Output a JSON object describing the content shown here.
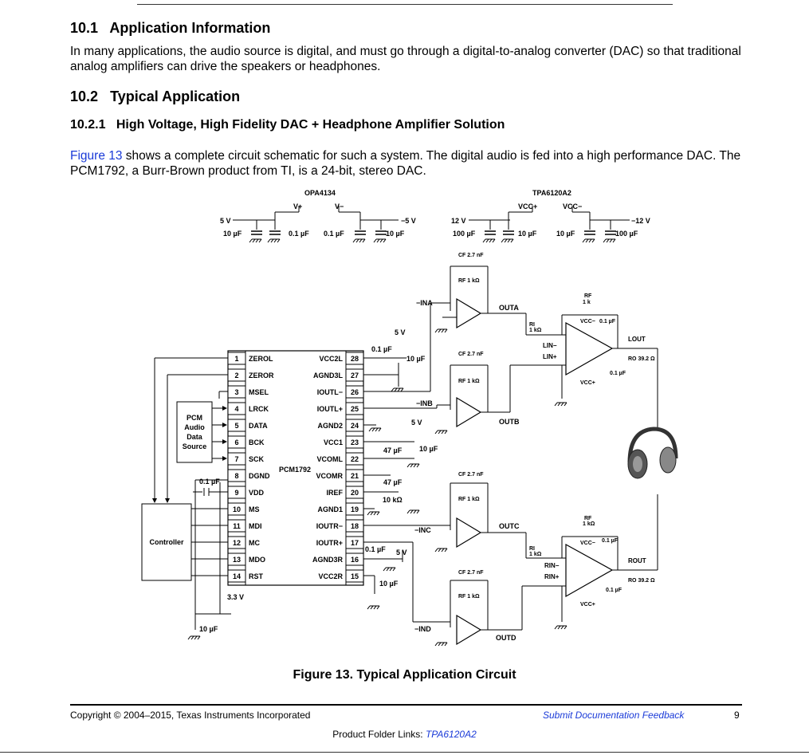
{
  "sections": {
    "s101": {
      "number": "10.1",
      "title": "Application Information",
      "body": "In many applications, the audio source is digital, and must go through a digital-to-analog converter (DAC) so that traditional analog amplifiers can drive the speakers or headphones."
    },
    "s102": {
      "number": "10.2",
      "title": "Typical Application"
    },
    "s1021": {
      "number": "10.2.1",
      "title": "High Voltage, High Fidelity DAC + Headphone Amplifier Solution",
      "link": "Figure 13",
      "body": " shows a complete circuit schematic for such a system. The digital audio is fed into a high performance DAC. The PCM1792, a Burr-Brown product from TI, is a 24-bit, stereo DAC."
    }
  },
  "figure": {
    "caption": "Figure 13. Typical Application Circuit",
    "supply_labels": {
      "opa": "OPA4134",
      "tpa": "TPA6120A2",
      "v5": "5 V",
      "c10uf": "10 µF",
      "c01uf": "0.1 µF",
      "vplus": "V+",
      "vminus": "V−",
      "m5v": "−5 V",
      "v12": "12 V",
      "c100uf": "100 µF",
      "vccp": "VCC+",
      "vccm": "VCC−",
      "m12v": "−12 V"
    },
    "chip_name": "PCM1792",
    "left_pins": [
      {
        "n": "1",
        "name": "ZEROL"
      },
      {
        "n": "2",
        "name": "ZEROR"
      },
      {
        "n": "3",
        "name": "MSEL"
      },
      {
        "n": "4",
        "name": "LRCK"
      },
      {
        "n": "5",
        "name": "DATA"
      },
      {
        "n": "6",
        "name": "BCK"
      },
      {
        "n": "7",
        "name": "SCK"
      },
      {
        "n": "8",
        "name": "DGND"
      },
      {
        "n": "9",
        "name": "VDD"
      },
      {
        "n": "10",
        "name": "MS"
      },
      {
        "n": "11",
        "name": "MDI"
      },
      {
        "n": "12",
        "name": "MC"
      },
      {
        "n": "13",
        "name": "MDO"
      },
      {
        "n": "14",
        "name": "RST"
      }
    ],
    "right_pins": [
      {
        "n": "28",
        "name": "VCC2L"
      },
      {
        "n": "27",
        "name": "AGND3L"
      },
      {
        "n": "26",
        "name": "IOUTL−"
      },
      {
        "n": "25",
        "name": "IOUTL+"
      },
      {
        "n": "24",
        "name": "AGND2"
      },
      {
        "n": "23",
        "name": "VCC1"
      },
      {
        "n": "22",
        "name": "VCOML"
      },
      {
        "n": "21",
        "name": "VCOMR"
      },
      {
        "n": "20",
        "name": "IREF"
      },
      {
        "n": "19",
        "name": "AGND1"
      },
      {
        "n": "18",
        "name": "IOUTR−"
      },
      {
        "n": "17",
        "name": "IOUTR+"
      },
      {
        "n": "16",
        "name": "AGND3R"
      },
      {
        "n": "15",
        "name": "VCC2R"
      }
    ],
    "pcm_source": [
      "PCM",
      "Audio",
      "Data",
      "Source"
    ],
    "controller": "Controller",
    "misc": {
      "v33": "3.3 V",
      "c47uf": "47 µF",
      "r10k": "10 kΩ",
      "cf": "CF 2.7 nF",
      "rf1k": "RF 1 kΩ",
      "ri": "RI",
      "ri1k": "1 kΩ",
      "ina": "−INA",
      "inb": "−INB",
      "inc": "−INC",
      "ind": "−IND",
      "outa": "OUTA",
      "outb": "OUTB",
      "outc": "OUTC",
      "outd": "OUTD",
      "lin_m": "LIN−",
      "lin_p": "LIN+",
      "rin_m": "RIN−",
      "rin_p": "RIN+",
      "lout": "LOUT",
      "rout": "ROUT",
      "ro": "RO 39.2 Ω",
      "rf": "RF",
      "r1k": "1 k"
    }
  },
  "footer": {
    "copyright": "Copyright © 2004–2015, Texas Instruments Incorporated",
    "feedback": "Submit Documentation Feedback",
    "page": "9",
    "product_prefix": "Product Folder Links: ",
    "product": "TPA6120A2"
  }
}
